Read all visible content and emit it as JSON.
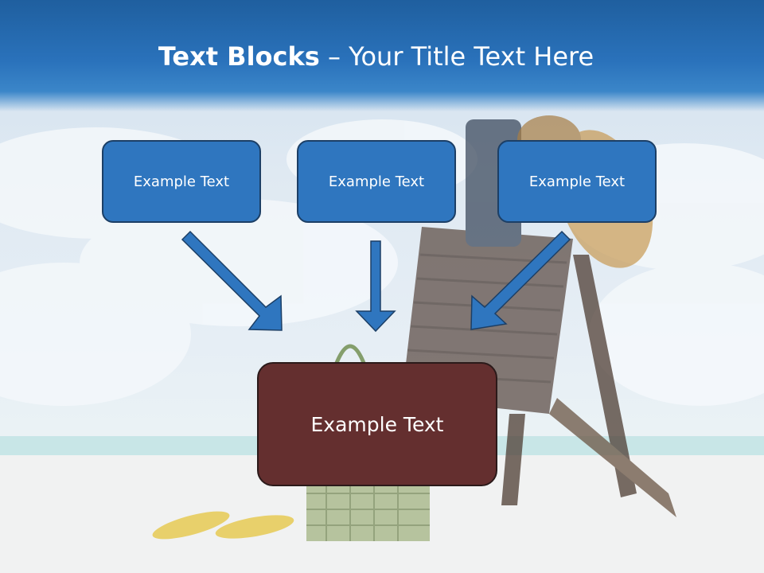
{
  "slide": {
    "title_bold": "Text Blocks",
    "title_separator": " – ",
    "title_rest": "Your Title Text Here"
  },
  "blocks": [
    {
      "label": "Example Text"
    },
    {
      "label": "Example Text"
    },
    {
      "label": "Example Text"
    }
  ],
  "target_block": {
    "label": "Example Text"
  },
  "colors": {
    "header": "#2a72bb",
    "block_fill": "#2f76bf",
    "block_border": "#1c3f66",
    "target_fill": "#642f2f",
    "arrow": "#2f76bf"
  },
  "icons": [
    "beach-chair-icon",
    "straw-hat-icon",
    "beach-bag-icon",
    "flip-flops-icon"
  ]
}
